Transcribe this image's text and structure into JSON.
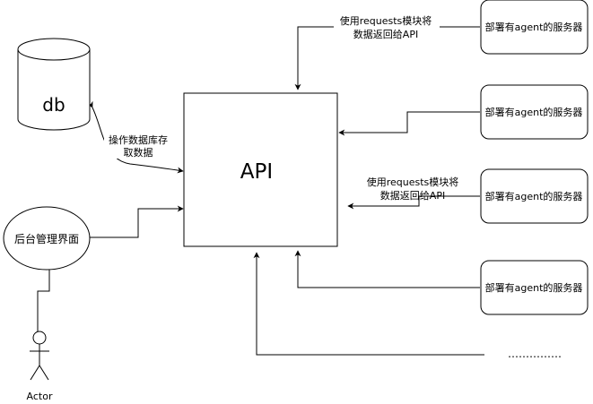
{
  "nodes": {
    "db": {
      "label": "db"
    },
    "api": {
      "label": "API"
    },
    "admin": {
      "label": "后台管理界面"
    },
    "actor": {
      "label": "Actor"
    },
    "servers": [
      {
        "label": "部署有agent的服务器"
      },
      {
        "label": "部署有agent的服务器"
      },
      {
        "label": "部署有agent的服务器"
      },
      {
        "label": "部署有agent的服务器"
      }
    ],
    "more": {
      "label": "……………"
    }
  },
  "edges": {
    "db_api": {
      "label_line1": "操作数据库存",
      "label_line2": "取数据"
    },
    "server1_api": {
      "label_line1": "使用requests模块将",
      "label_line2": "数据返回给API"
    },
    "server3_api": {
      "label_line1": "使用requests模块将",
      "label_line2": "数据返回给API"
    }
  }
}
